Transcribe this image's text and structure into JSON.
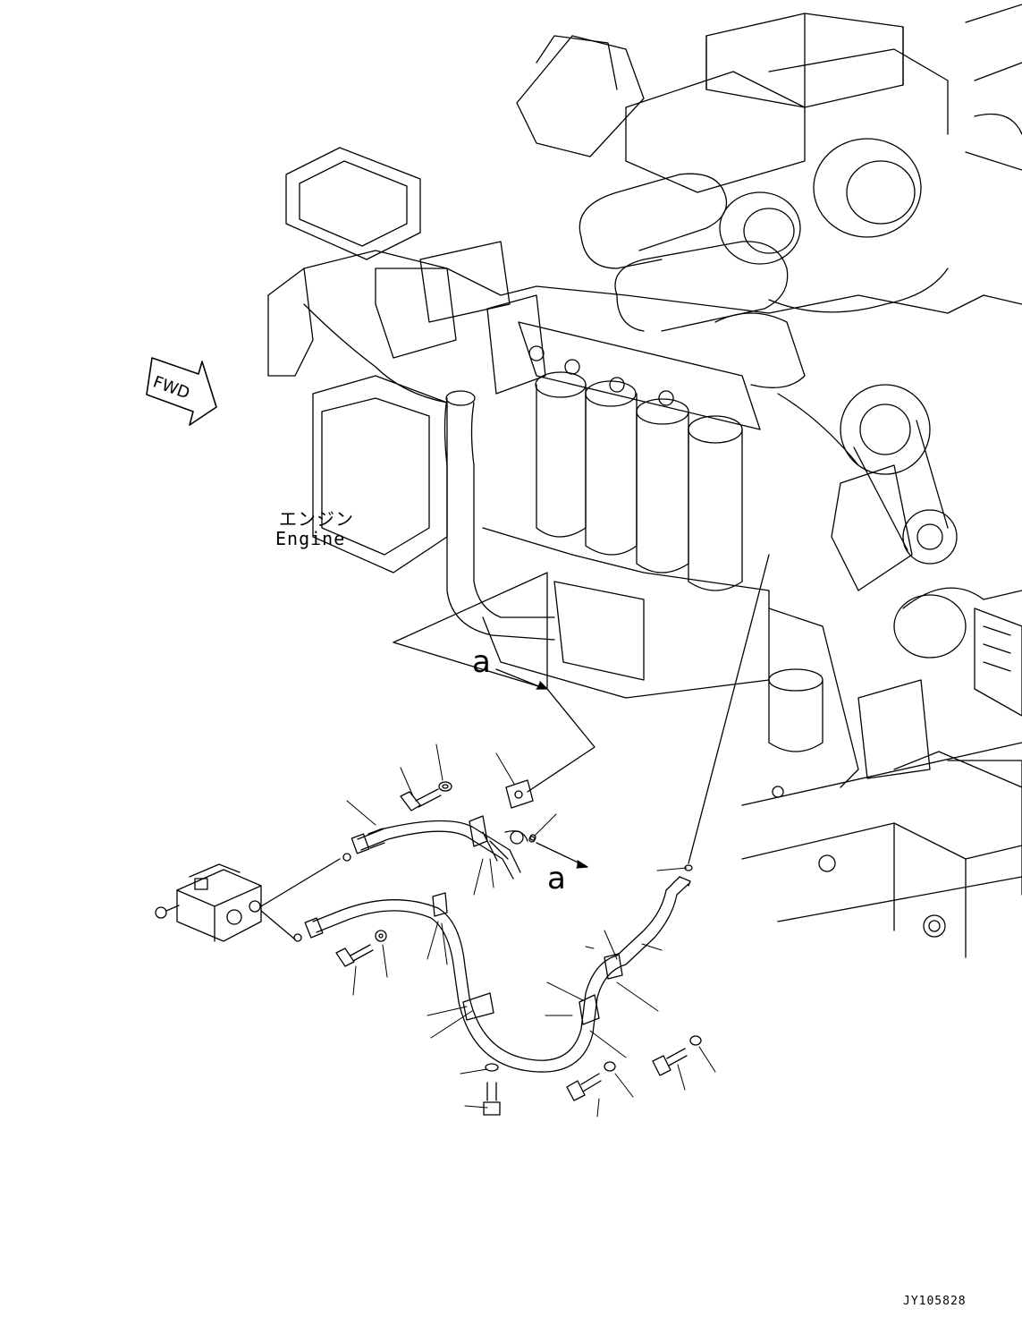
{
  "labels": {
    "fwd": "FWD",
    "engine_jp": "エンジン",
    "engine_en": "Engine",
    "view_a_1": "a",
    "view_a_2": "a",
    "drawing_code": "JY105828"
  },
  "colors": {
    "line": "#000000",
    "background": "#ffffff"
  },
  "icons": {
    "fwd_arrow": "forward-direction-arrow-icon"
  }
}
